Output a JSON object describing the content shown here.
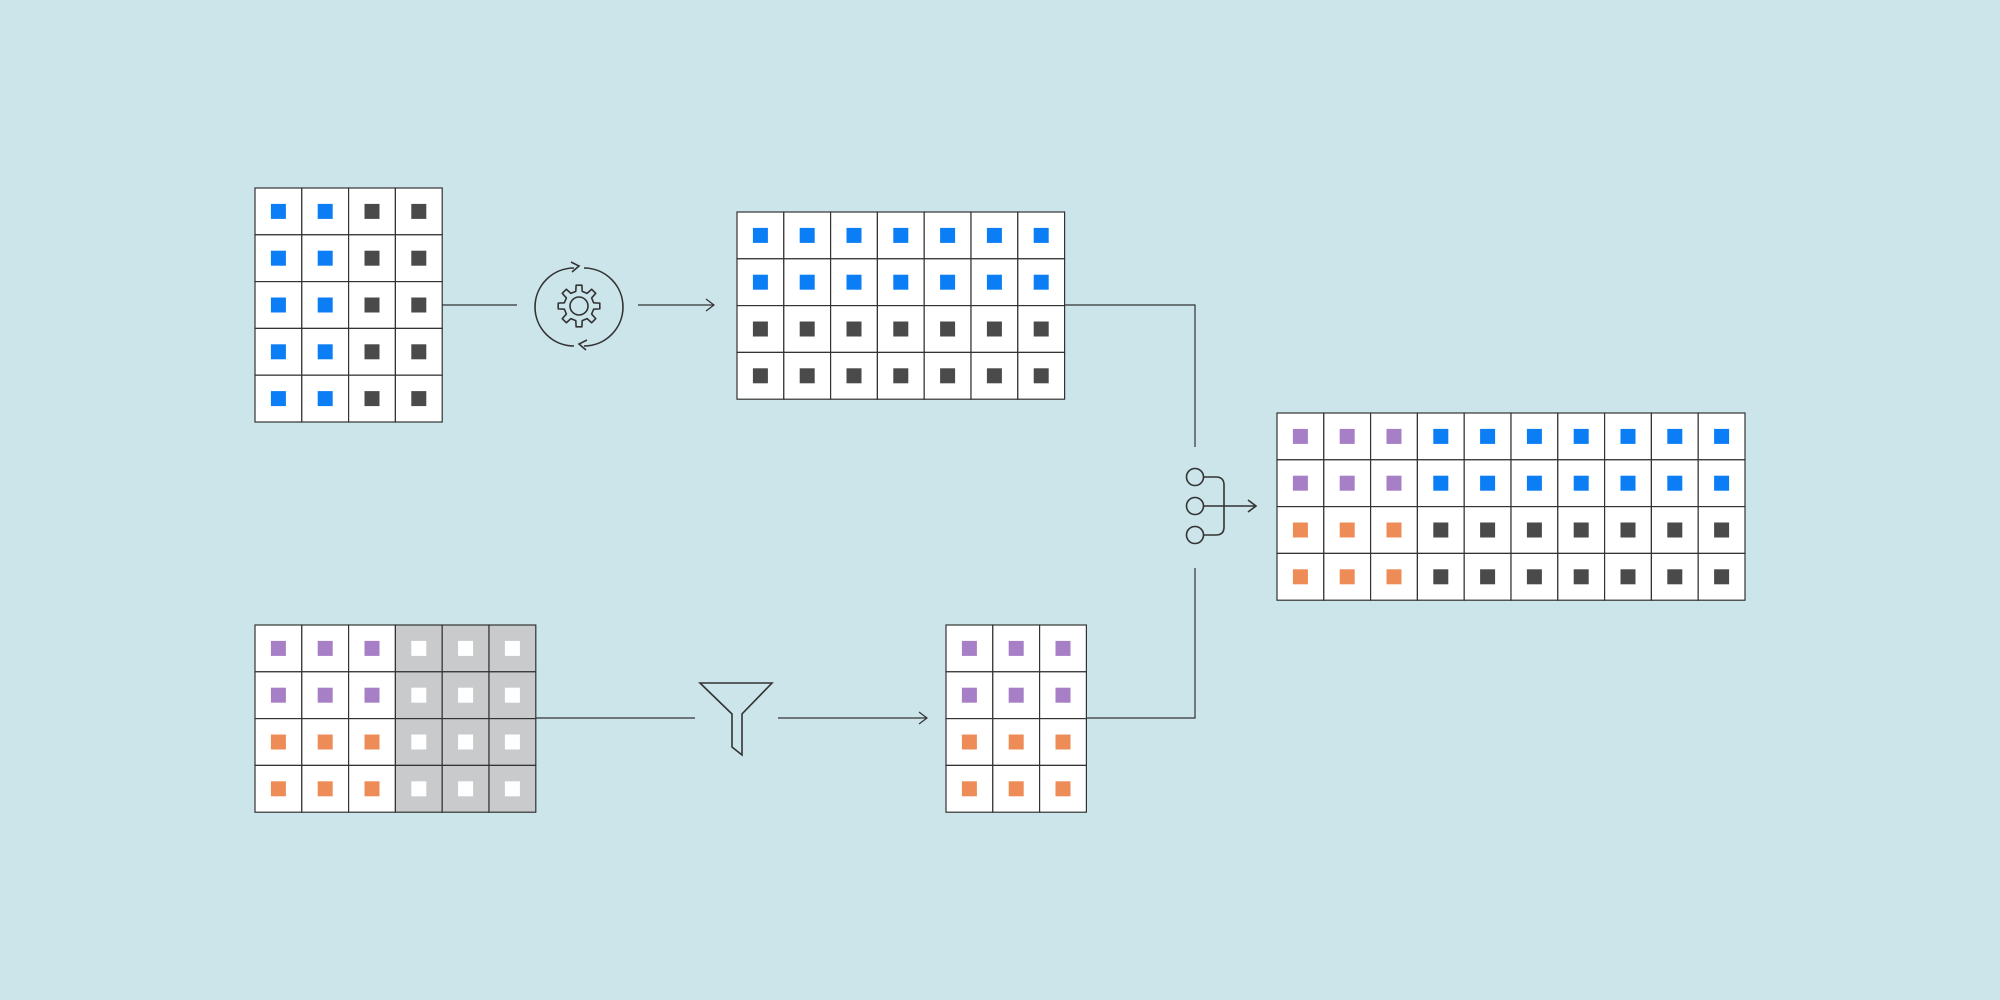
{
  "colors": {
    "background": "#cce5eb",
    "line": "#333333",
    "cell_border": "#333333",
    "cell_fill": "#ffffff",
    "cell_fill_dropped": "#c8cacc",
    "blue": "#0b7df5",
    "dark": "#4a4a4a",
    "purple": "#a67fc6",
    "orange": "#ee8c58",
    "white": "#ffffff"
  },
  "tables": {
    "source_a": {
      "rows": [
        [
          "blue",
          "blue",
          "dark",
          "dark"
        ],
        [
          "blue",
          "blue",
          "dark",
          "dark"
        ],
        [
          "blue",
          "blue",
          "dark",
          "dark"
        ],
        [
          "blue",
          "blue",
          "dark",
          "dark"
        ],
        [
          "blue",
          "blue",
          "dark",
          "dark"
        ]
      ]
    },
    "transformed_a": {
      "rows": [
        [
          "blue",
          "blue",
          "blue",
          "blue",
          "blue",
          "blue",
          "blue"
        ],
        [
          "blue",
          "blue",
          "blue",
          "blue",
          "blue",
          "blue",
          "blue"
        ],
        [
          "dark",
          "dark",
          "dark",
          "dark",
          "dark",
          "dark",
          "dark"
        ],
        [
          "dark",
          "dark",
          "dark",
          "dark",
          "dark",
          "dark",
          "dark"
        ]
      ]
    },
    "source_b": {
      "dropped_columns": [
        3,
        4,
        5
      ],
      "rows": [
        [
          "purple",
          "purple",
          "purple",
          "white",
          "white",
          "white"
        ],
        [
          "purple",
          "purple",
          "purple",
          "white",
          "white",
          "white"
        ],
        [
          "orange",
          "orange",
          "orange",
          "white",
          "white",
          "white"
        ],
        [
          "orange",
          "orange",
          "orange",
          "white",
          "white",
          "white"
        ]
      ]
    },
    "filtered_b": {
      "rows": [
        [
          "purple",
          "purple",
          "purple"
        ],
        [
          "purple",
          "purple",
          "purple"
        ],
        [
          "orange",
          "orange",
          "orange"
        ],
        [
          "orange",
          "orange",
          "orange"
        ]
      ]
    },
    "merged": {
      "rows": [
        [
          "purple",
          "purple",
          "purple",
          "blue",
          "blue",
          "blue",
          "blue",
          "blue",
          "blue",
          "blue"
        ],
        [
          "purple",
          "purple",
          "purple",
          "blue",
          "blue",
          "blue",
          "blue",
          "blue",
          "blue",
          "blue"
        ],
        [
          "orange",
          "orange",
          "orange",
          "dark",
          "dark",
          "dark",
          "dark",
          "dark",
          "dark",
          "dark"
        ],
        [
          "orange",
          "orange",
          "orange",
          "dark",
          "dark",
          "dark",
          "dark",
          "dark",
          "dark",
          "dark"
        ]
      ]
    }
  },
  "icons": {
    "transform": "gear-cycle-icon",
    "filter": "funnel-icon",
    "merge": "merge-icon"
  }
}
